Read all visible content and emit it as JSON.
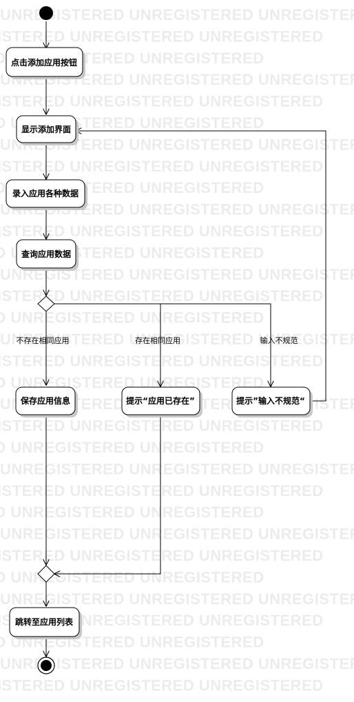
{
  "watermark": {
    "text": "UNREGISTERED UNREGISTERED UNREGISTERED",
    "color": "#ececec"
  },
  "diagram": {
    "type": "activity-diagram",
    "actions": {
      "click_add": "点击添加应用按钮",
      "show_add": "显示添加界面",
      "enter_data": "录入应用各种数据",
      "query_data": "查询应用数据",
      "save_info": "保存应用信息",
      "prompt_exists": "提示“应用已存在”",
      "prompt_invalid": "提示”输入不规范“",
      "goto_list": "跳转至应用列表"
    },
    "guards": {
      "not_exists": "不存在相同应用",
      "exists": "存在相同应用",
      "invalid": "输入不规范"
    },
    "colors": {
      "node_fill": "#ffffff",
      "stroke": "#000000",
      "shadow": "#c8c8c8"
    }
  }
}
